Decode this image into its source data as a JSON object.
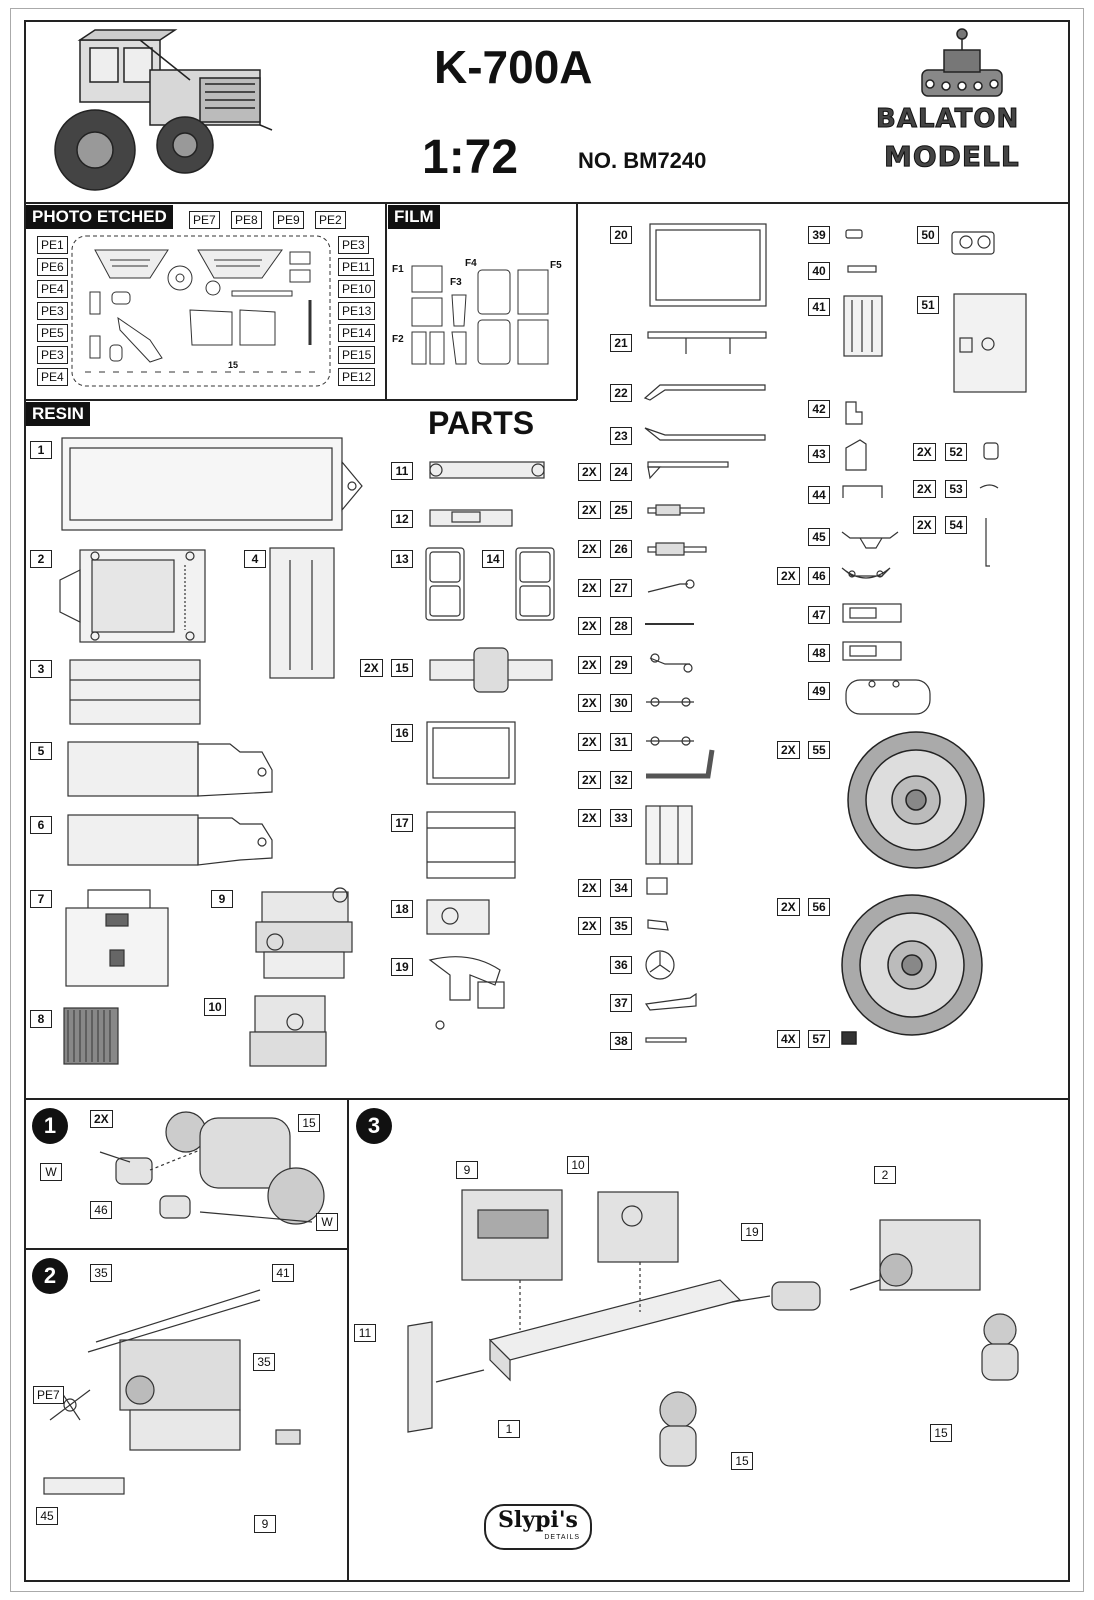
{
  "header": {
    "model": "K-700A",
    "scale": "1:72",
    "catalog": "NO. BM7240",
    "brand_line1": "BALATON",
    "brand_line2": "MODELL"
  },
  "sections": {
    "photo_etched": "PHOTO ETCHED",
    "film": "FILM",
    "resin": "RESIN",
    "parts": "PARTS"
  },
  "pe_labels": {
    "top": [
      "PE7",
      "PE8",
      "PE9",
      "PE2"
    ],
    "left": [
      "PE1",
      "PE6",
      "PE4",
      "PE3",
      "PE5",
      "PE3",
      "PE4"
    ],
    "right": [
      "PE3",
      "PE11",
      "PE10",
      "PE13",
      "PE14",
      "PE15",
      "PE12"
    ],
    "fret_number": "15"
  },
  "film_labels": [
    "F1",
    "F2",
    "F3",
    "F4",
    "F5"
  ],
  "resin_parts": [
    "1",
    "2",
    "3",
    "4",
    "5",
    "6",
    "7",
    "8",
    "9",
    "10"
  ],
  "parts_col_a": [
    "11",
    "12",
    "13",
    "14",
    "15",
    "16",
    "17",
    "18",
    "19"
  ],
  "parts_col_a_qty": {
    "15": "2X"
  },
  "parts_col_b": [
    "20",
    "21",
    "22",
    "23",
    "24",
    "25",
    "26",
    "27",
    "28",
    "29",
    "30",
    "31",
    "32",
    "33",
    "34",
    "35",
    "36",
    "37",
    "38"
  ],
  "parts_col_b_qty": [
    "2X",
    "2X",
    "2X",
    "2X",
    "2X",
    "2X",
    "2X",
    "2X",
    "2X",
    "2X",
    "2X",
    "2X"
  ],
  "parts_col_c": [
    "39",
    "40",
    "41",
    "42",
    "43",
    "44",
    "45",
    "46",
    "47",
    "48",
    "49",
    "55",
    "56",
    "57"
  ],
  "parts_col_c_qty": {
    "46": "2X",
    "55": "2X",
    "56": "2X",
    "57": "4X"
  },
  "parts_col_d": [
    "50",
    "51",
    "52",
    "53",
    "54"
  ],
  "parts_col_d_qty": {
    "52": "2X",
    "53": "2X",
    "54": "2X"
  },
  "steps": {
    "s1": {
      "num": "1",
      "qty": "2X",
      "labels": [
        "15",
        "W",
        "46",
        "W"
      ]
    },
    "s2": {
      "num": "2",
      "labels": [
        "35",
        "41",
        "35",
        "PE7",
        "45",
        "9"
      ]
    },
    "s3": {
      "num": "3",
      "labels": [
        "9",
        "10",
        "2",
        "19",
        "11",
        "1",
        "15",
        "15"
      ]
    }
  },
  "footer_logo": "Slypi's",
  "footer_logo_sub": "DETAILS"
}
